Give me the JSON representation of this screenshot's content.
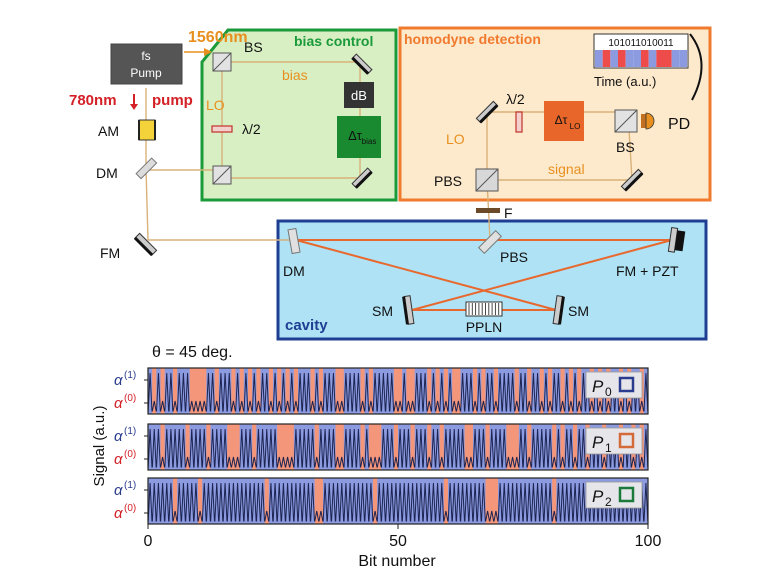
{
  "setup": {
    "pump_box": {
      "line1": "fs",
      "line2": "Pump"
    },
    "wavelength_1560": "1560nm",
    "wavelength_780": "780nm",
    "pump_label": "pump",
    "am": "AM",
    "dm_left": "DM",
    "fm_left": "FM",
    "bias_control": {
      "title": "bias control",
      "bs": "BS",
      "bias": "bias",
      "lo": "LO",
      "half_wave": "λ/2",
      "db": "dB",
      "delay_symbol": "Δτ",
      "delay_sub": "bias"
    },
    "homodyne": {
      "title": "homodyne detection",
      "bits": "101011010011",
      "time_label": "Time (a.u.)",
      "half_wave": "λ/2",
      "lo": "LO",
      "delay_symbol": "Δτ",
      "delay_sub": "LO",
      "pd": "PD",
      "bs": "BS",
      "pbs": "PBS",
      "signal": "signal"
    },
    "filter": "F",
    "cavity": {
      "title": "cavity",
      "dm": "DM",
      "pbs": "PBS",
      "fm_pzt": "FM + PZT",
      "sm_left": "SM",
      "sm_right": "SM",
      "ppln": "PPLN"
    }
  },
  "colors": {
    "bias_green": "#1b9a3a",
    "bias_fill": "#d8efc4",
    "homodyne_orange": "#f07a2e",
    "homodyne_fill": "#fde9cc",
    "cavity_blue": "#1e3f93",
    "cavity_fill": "#aee2f4",
    "beam_orange": "#e8692f",
    "label_orange": "#e8901f",
    "label_red": "#d42027",
    "alpha_blue": "#2b3c8f",
    "alpha_red": "#d42027",
    "trace_blue_bg": "#8c9be0",
    "trace_orange_bg": "#f4967a",
    "trace_line": "#1c2452"
  },
  "chart_data": {
    "type": "line",
    "title": "θ = 45 deg.",
    "xlabel": "Bit number",
    "ylabel": "Signal (a.u.)",
    "xlim": [
      0,
      100
    ],
    "xticks": [
      0,
      50,
      100
    ],
    "y_tick_labels": {
      "high": "α",
      "high_sup": "(1)",
      "low": "α",
      "low_sup": "(0)"
    },
    "panels": [
      {
        "name": "P",
        "sub": "0",
        "box_color": "#2b3c8f",
        "bits": [
          1,
          0,
          1,
          0,
          1,
          1,
          0,
          1,
          1,
          1,
          0,
          0,
          0,
          0,
          1,
          1,
          0,
          1,
          1,
          1,
          0,
          1,
          0,
          1,
          0,
          1,
          0,
          1,
          1,
          0,
          1,
          0,
          1,
          0,
          1,
          0,
          1,
          1,
          1,
          0,
          1,
          0,
          1,
          1,
          1,
          0,
          0,
          1,
          1,
          1,
          1,
          0,
          1,
          0,
          1,
          1,
          1,
          1,
          1,
          0,
          0,
          1,
          0,
          0,
          1,
          1,
          1,
          0,
          1,
          0,
          1,
          0,
          1,
          0,
          0,
          1,
          1,
          1,
          0,
          1,
          0,
          1,
          1,
          0,
          1,
          1,
          1,
          1,
          0,
          1,
          1,
          0,
          1,
          1,
          0,
          1,
          0,
          1,
          1,
          0,
          1,
          0,
          1,
          0,
          1,
          1,
          0,
          1,
          0,
          1,
          0,
          1,
          1,
          0,
          1,
          0,
          1,
          1,
          0,
          1
        ]
      },
      {
        "name": "P",
        "sub": "1",
        "box_color": "#d46a3a",
        "bits": [
          1,
          1,
          1,
          0,
          1,
          1,
          1,
          1,
          1,
          0,
          1,
          1,
          1,
          1,
          0,
          1,
          1,
          1,
          1,
          0,
          0,
          0,
          1,
          1,
          1,
          0,
          1,
          1,
          1,
          1,
          1,
          0,
          0,
          0,
          0,
          1,
          1,
          1,
          1,
          1,
          0,
          1,
          1,
          1,
          1,
          0,
          0,
          1,
          1,
          1,
          1,
          0,
          1,
          0,
          0,
          0,
          1,
          1,
          1,
          0,
          1,
          1,
          1,
          0,
          1,
          1,
          1,
          0,
          1,
          1,
          0,
          1,
          1,
          1,
          1,
          1,
          0,
          0,
          1,
          1,
          1,
          0,
          1,
          1,
          1,
          1,
          0,
          0,
          0,
          1,
          1,
          0,
          1,
          1,
          1,
          1,
          1,
          0,
          1,
          0,
          1,
          1,
          0,
          1,
          1,
          0,
          1,
          1,
          1,
          0,
          1,
          1,
          1,
          0,
          1,
          1,
          0,
          1,
          0,
          1
        ]
      },
      {
        "name": "P",
        "sub": "2",
        "box_color": "#1b7a3a",
        "bits": [
          1,
          1,
          1,
          1,
          1,
          1,
          0,
          1,
          1,
          1,
          1,
          1,
          0,
          1,
          1,
          1,
          1,
          1,
          1,
          1,
          1,
          1,
          1,
          1,
          1,
          1,
          1,
          1,
          0,
          1,
          1,
          1,
          1,
          1,
          1,
          1,
          1,
          1,
          1,
          1,
          0,
          0,
          1,
          1,
          1,
          1,
          1,
          1,
          1,
          1,
          1,
          1,
          1,
          1,
          0,
          1,
          1,
          1,
          1,
          1,
          1,
          1,
          1,
          1,
          1,
          1,
          1,
          1,
          1,
          1,
          1,
          0,
          1,
          1,
          1,
          1,
          1,
          1,
          1,
          1,
          1,
          0,
          0,
          0,
          1,
          1,
          1,
          1,
          1,
          1,
          1,
          1,
          1,
          1,
          1,
          1,
          1,
          0,
          1,
          1,
          1,
          1,
          1,
          1,
          1,
          1,
          1,
          1,
          1,
          1,
          1,
          1,
          1,
          1,
          1,
          1,
          1,
          1,
          1,
          1
        ]
      }
    ]
  }
}
